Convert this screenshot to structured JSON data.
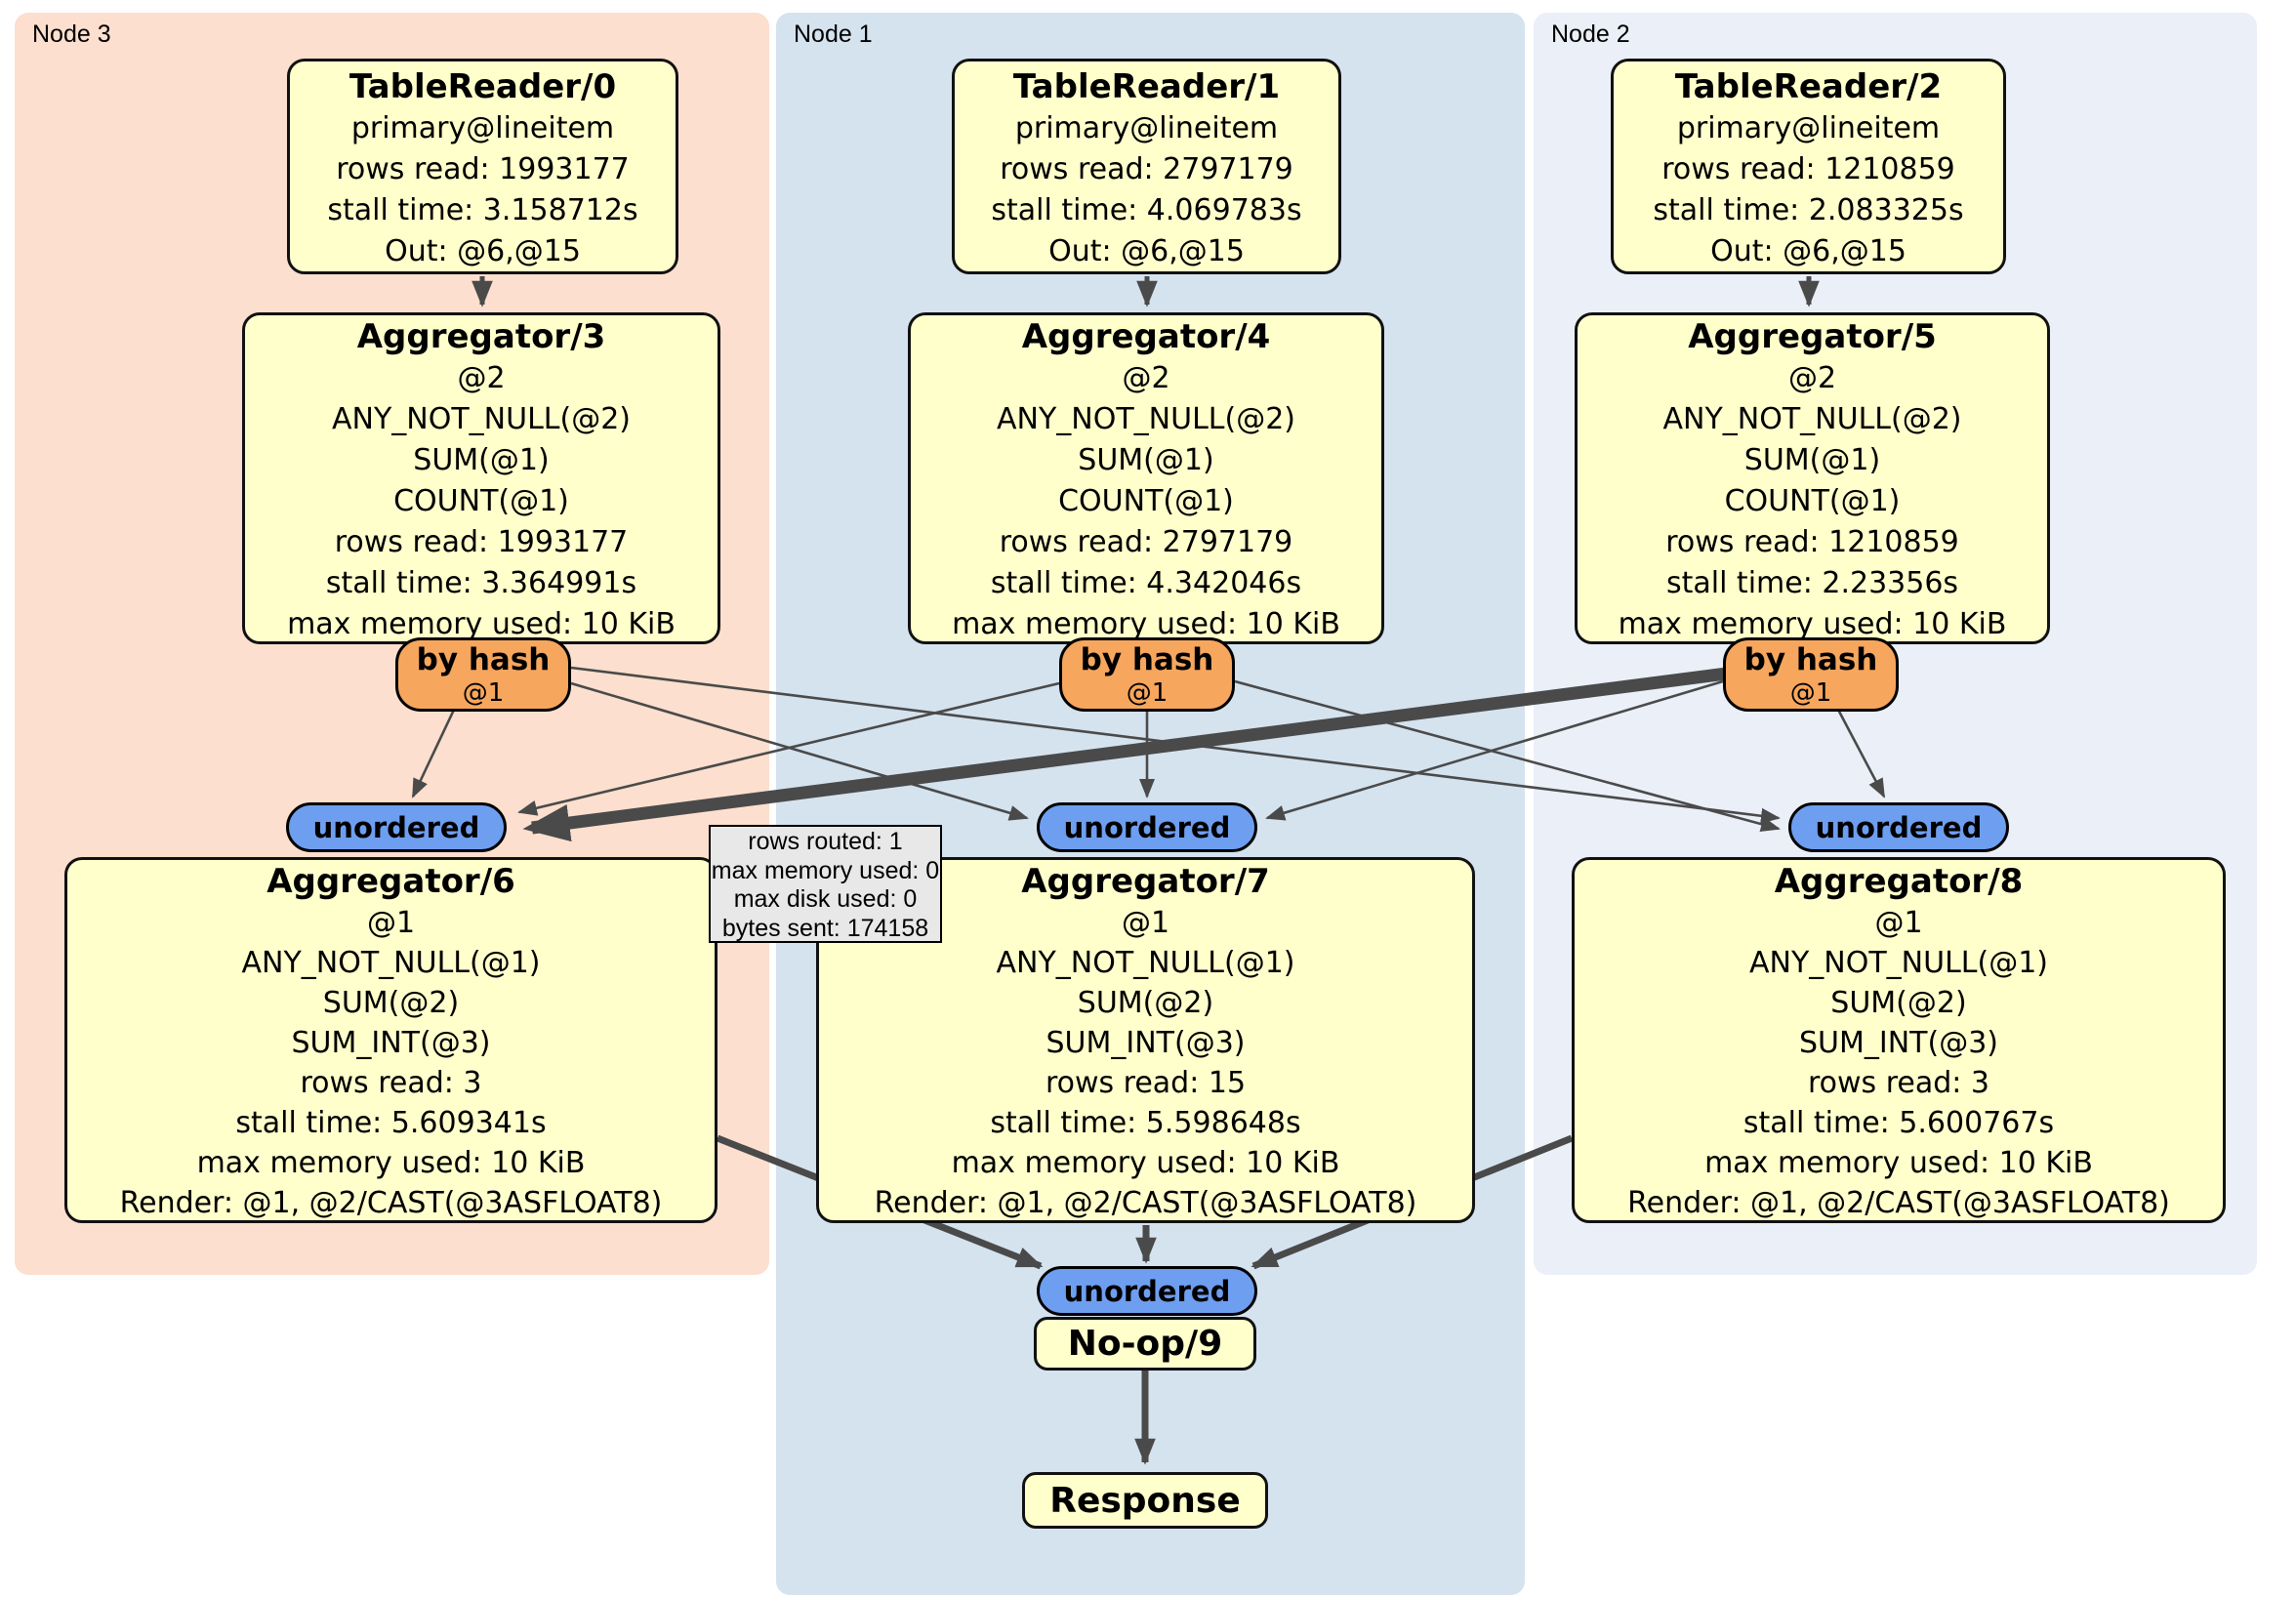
{
  "nodes": [
    {
      "label": "Node 3",
      "table_reader": {
        "title": "TableReader/0",
        "lines": [
          "primary@lineitem",
          "rows read: 1993177",
          "stall time: 3.158712s",
          "Out: @6,@15"
        ]
      },
      "hash_aggregator": {
        "title": "Aggregator/3",
        "lines": [
          "@2",
          "ANY_NOT_NULL(@2)",
          "SUM(@1)",
          "COUNT(@1)",
          "rows read: 1993177",
          "stall time: 3.364991s",
          "max memory used: 10 KiB"
        ]
      },
      "router": {
        "label": "by hash",
        "key": "@1"
      },
      "inbound_stream": {
        "label": "unordered"
      },
      "final_aggregator": {
        "title": "Aggregator/6",
        "lines": [
          "@1",
          "ANY_NOT_NULL(@1)",
          "SUM(@2)",
          "SUM_INT(@3)",
          "rows read: 3",
          "stall time: 5.609341s",
          "max memory used: 10 KiB",
          "Render: @1, @2/CAST(@3ASFLOAT8)"
        ]
      }
    },
    {
      "label": "Node 1",
      "table_reader": {
        "title": "TableReader/1",
        "lines": [
          "primary@lineitem",
          "rows read: 2797179",
          "stall time: 4.069783s",
          "Out: @6,@15"
        ]
      },
      "hash_aggregator": {
        "title": "Aggregator/4",
        "lines": [
          "@2",
          "ANY_NOT_NULL(@2)",
          "SUM(@1)",
          "COUNT(@1)",
          "rows read: 2797179",
          "stall time: 4.342046s",
          "max memory used: 10 KiB"
        ]
      },
      "router": {
        "label": "by hash",
        "key": "@1"
      },
      "inbound_stream": {
        "label": "unordered"
      },
      "final_aggregator": {
        "title": "Aggregator/7",
        "lines": [
          "@1",
          "ANY_NOT_NULL(@1)",
          "SUM(@2)",
          "SUM_INT(@3)",
          "rows read: 15",
          "stall time: 5.598648s",
          "max memory used: 10 KiB",
          "Render: @1, @2/CAST(@3ASFLOAT8)"
        ]
      }
    },
    {
      "label": "Node 2",
      "table_reader": {
        "title": "TableReader/2",
        "lines": [
          "primary@lineitem",
          "rows read: 1210859",
          "stall time: 2.083325s",
          "Out: @6,@15"
        ]
      },
      "hash_aggregator": {
        "title": "Aggregator/5",
        "lines": [
          "@2",
          "ANY_NOT_NULL(@2)",
          "SUM(@1)",
          "COUNT(@1)",
          "rows read: 1210859",
          "stall time: 2.23356s",
          "max memory used: 10 KiB"
        ]
      },
      "router": {
        "label": "by hash",
        "key": "@1"
      },
      "inbound_stream": {
        "label": "unordered"
      },
      "final_aggregator": {
        "title": "Aggregator/8",
        "lines": [
          "@1",
          "ANY_NOT_NULL(@1)",
          "SUM(@2)",
          "SUM_INT(@3)",
          "rows read: 3",
          "stall time: 5.600767s",
          "max memory used: 10 KiB",
          "Render: @1, @2/CAST(@3ASFLOAT8)"
        ]
      }
    }
  ],
  "sink": {
    "inbound_stream": {
      "label": "unordered"
    },
    "noop": {
      "title": "No-op/9"
    },
    "response": {
      "title": "Response"
    }
  },
  "edge_tooltip": {
    "lines": [
      "rows routed: 1",
      "max memory used: 0",
      "max disk used: 0",
      "bytes sent: 174158"
    ]
  },
  "colors": {
    "node3-bg": "#fcdfce",
    "node1-bg": "#d5e3ef",
    "node2-bg": "#eaeff8",
    "box-bg": "#ffffcc",
    "box-border": "#111111",
    "router-bg": "#f7a65d",
    "stream-bg": "#6e9ef0",
    "tooltip-bg": "#e8e8e8",
    "edge": "#4a4a4a"
  }
}
